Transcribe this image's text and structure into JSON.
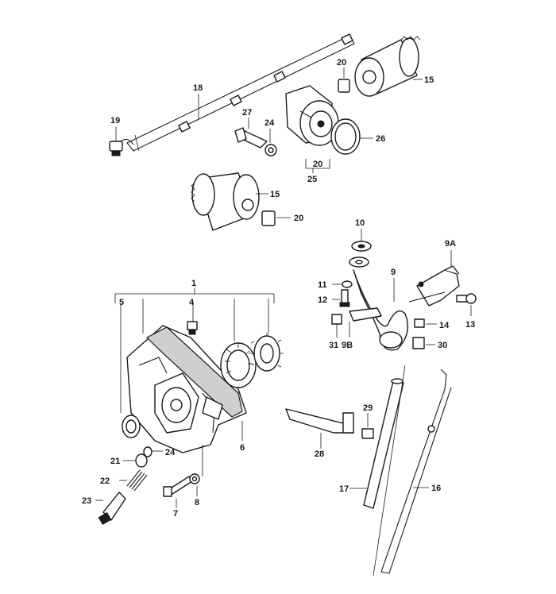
{
  "labels": {
    "l1": "1",
    "l4": "4",
    "l5": "5",
    "l6": "6",
    "l7": "7",
    "l8": "8",
    "l9": "9",
    "l9a": "9A",
    "l9b": "9B",
    "l10": "10",
    "l11": "11",
    "l12": "12",
    "l13": "13",
    "l14": "14",
    "l15a": "15",
    "l15b": "15",
    "l16": "16",
    "l17": "17",
    "l18": "18",
    "l19": "19",
    "l20a": "20",
    "l20b": "20",
    "l20c": "20",
    "l21": "21",
    "l22": "22",
    "l23": "23",
    "l24a": "24",
    "l24b": "24",
    "l25": "25",
    "l26": "26",
    "l27": "27",
    "l28": "28",
    "l29": "29",
    "l30": "30",
    "l31": "31"
  },
  "colors": {
    "ink": "#1a1a1a",
    "paper": "#ffffff",
    "shade": "#cfcfcf"
  }
}
